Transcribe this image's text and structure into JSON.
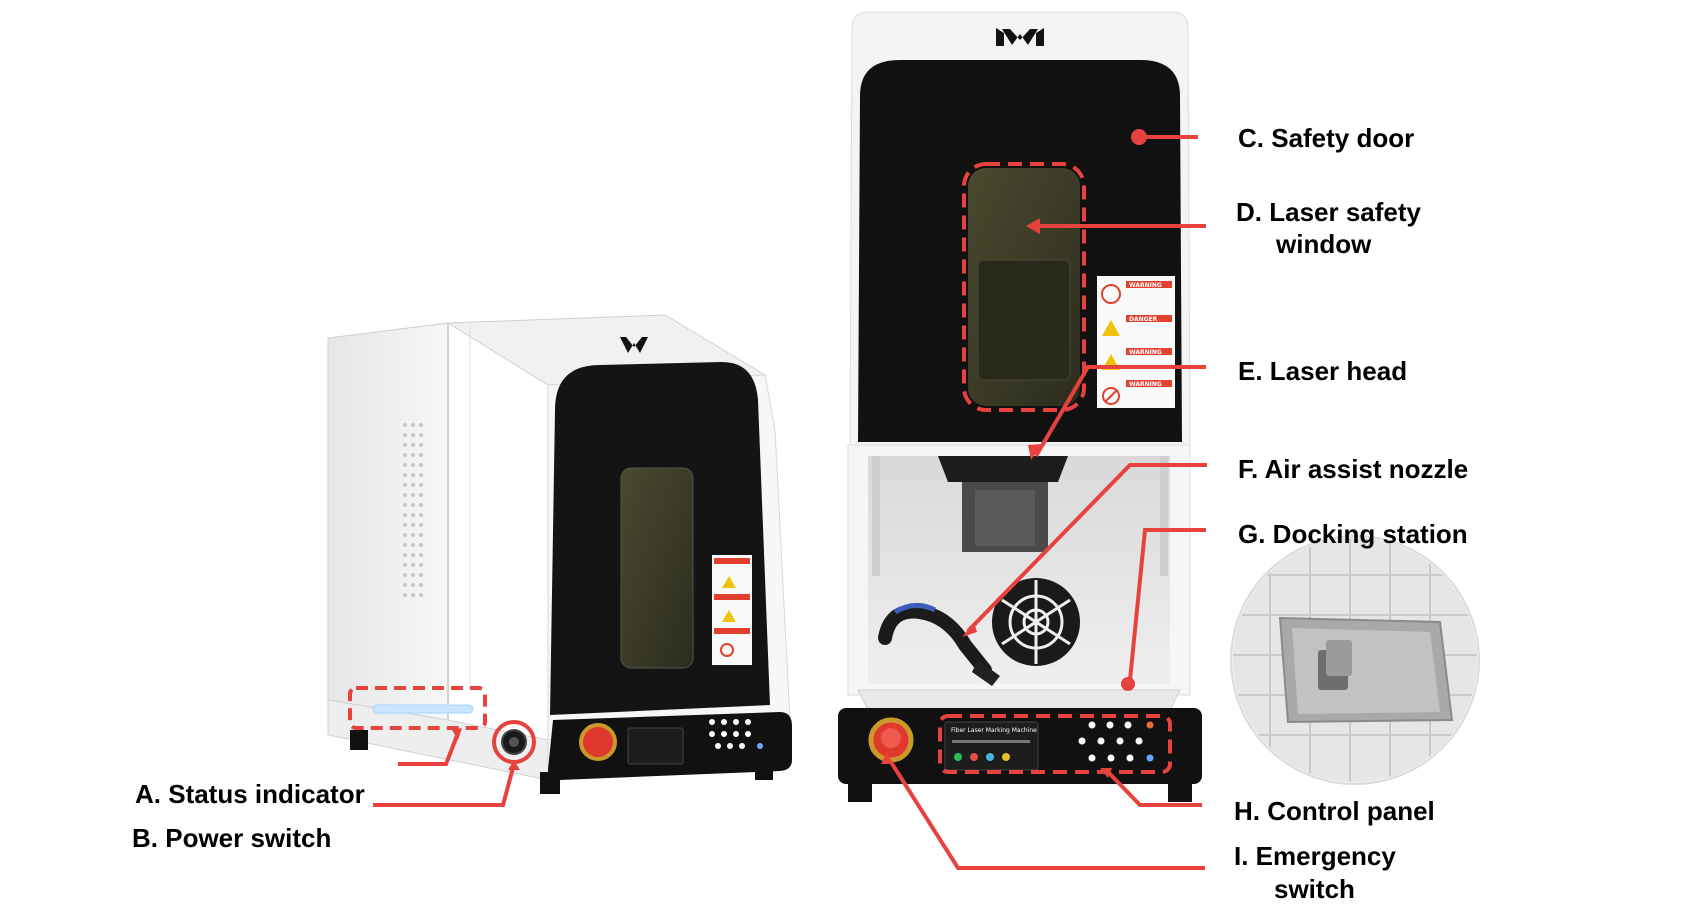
{
  "brand": {
    "logo": "M"
  },
  "colors": {
    "callout": "#e8423f",
    "body": "#f5f5f5",
    "door": "#111111",
    "window": "#3a3a28"
  },
  "labels": {
    "a": {
      "text": "A. Status indicator"
    },
    "b": {
      "text": "B. Power switch"
    },
    "c": {
      "text": "C. Safety door"
    },
    "d": {
      "line1": "D. Laser safety",
      "line2": "window"
    },
    "e": {
      "text": "E. Laser head"
    },
    "f": {
      "text": "F. Air assist nozzle"
    },
    "g": {
      "text": "G. Docking station"
    },
    "h": {
      "text": "H. Control panel"
    },
    "i": {
      "line1": "I. Emergency",
      "line2": "switch"
    }
  },
  "control_panel": {
    "title": "Fiber Laser Marking Machine"
  },
  "warning_tags": [
    "WARNING",
    "DANGER",
    "WARNING",
    "WARNING"
  ]
}
